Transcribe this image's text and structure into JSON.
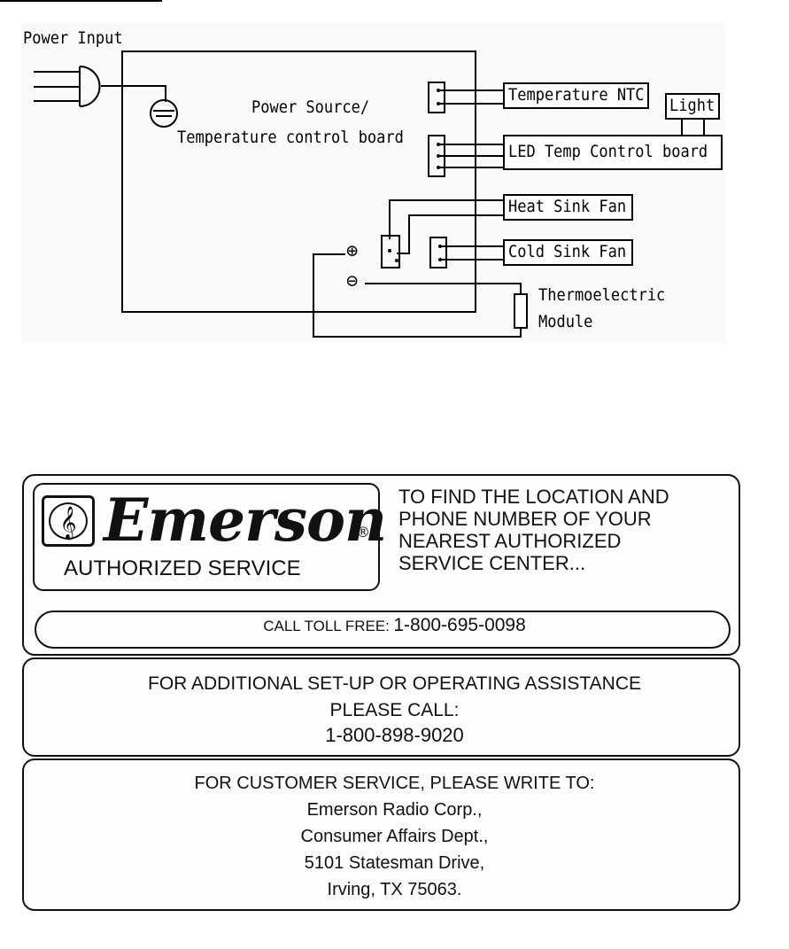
{
  "diagram": {
    "power_input": "Power Input",
    "board_line1": "Power Source/",
    "board_line2": "Temperature control board",
    "temperature_ntc": "Temperature NTC",
    "light": "Light",
    "led_board": "LED Temp Control board",
    "heat_sink_fan": "Heat Sink Fan",
    "cold_sink_fan": "Cold Sink Fan",
    "thermo_line1": "Thermoelectric",
    "thermo_line2": "Module",
    "plus_symbol": "⊕",
    "minus_symbol": "⊖"
  },
  "service_card": {
    "logo_icon": "treble-clef-icon",
    "logo_glyph": "𝄞",
    "brand": "Emerson",
    "registered": "®",
    "authorized_service": "AUTHORIZED SERVICE",
    "locate_lines": [
      "TO FIND THE LOCATION AND",
      "PHONE NUMBER OF YOUR",
      "NEAREST AUTHORIZED",
      "SERVICE CENTER..."
    ],
    "toll_free_label": "CALL TOLL FREE:",
    "toll_free_number": "1-800-695-0098",
    "assistance": {
      "line1": "FOR ADDITIONAL SET-UP OR OPERATING ASSISTANCE",
      "line2": "PLEASE CALL:",
      "phone": "1-800-898-9020"
    },
    "write_to": {
      "heading": "FOR CUSTOMER SERVICE, PLEASE WRITE TO:",
      "lines": [
        "Emerson Radio Corp.,",
        "Consumer Affairs Dept.,",
        "5101 Statesman Drive,",
        "Irving, TX 75063."
      ]
    }
  }
}
